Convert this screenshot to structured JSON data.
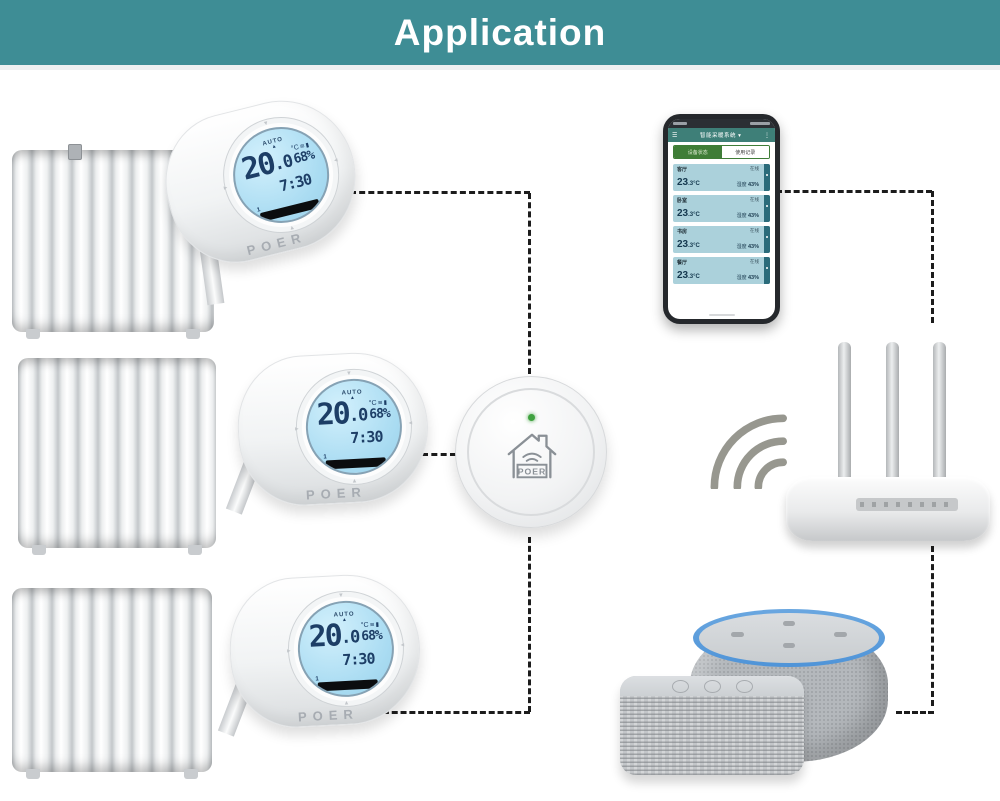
{
  "header": {
    "title": "Application"
  },
  "colors": {
    "header_bg": "#3e8d95",
    "lcd_bg": "#aadcf2",
    "lcd_digits": "#1d3e66",
    "app_card_bg": "#abd1db",
    "app_card_strip": "#2a6b7a",
    "tab_active_green": "#3f7d37",
    "led_green": "#3fa23f",
    "echo_ring_blue": "#4f94d8",
    "wifi_arc_gray": "#97978f"
  },
  "icons": {
    "menu": "☰",
    "more": "⋮",
    "add": "+",
    "up_marker": "▲",
    "wifi_small": "≋",
    "battery_small": "▮"
  },
  "thermostat": {
    "mode": "AUTO",
    "temp_int": "20",
    "temp_dec": ".0",
    "unit": "°C",
    "humidity": "68%",
    "time": "7:30",
    "zone": "1",
    "brand": "POER"
  },
  "gateway": {
    "brand": "POER"
  },
  "phone": {
    "app_title": "智能采暖系统 ▾",
    "tabs": [
      {
        "label": "设备状态"
      },
      {
        "label": "使用记录"
      }
    ],
    "cards": [
      {
        "room": "客厅",
        "status": "在线",
        "temp_int": "23",
        "temp_dec": ".3",
        "unit": "°C",
        "hum_label": "湿度",
        "hum_value": "43%"
      },
      {
        "room": "卧室",
        "status": "在线",
        "temp_int": "23",
        "temp_dec": ".3",
        "unit": "°C",
        "hum_label": "湿度",
        "hum_value": "43%"
      },
      {
        "room": "书房",
        "status": "在线",
        "temp_int": "23",
        "temp_dec": ".3",
        "unit": "°C",
        "hum_label": "湿度",
        "hum_value": "43%"
      },
      {
        "room": "餐厅",
        "status": "在线",
        "temp_int": "23",
        "temp_dec": ".3",
        "unit": "°C",
        "hum_label": "湿度",
        "hum_value": "43%"
      }
    ]
  }
}
